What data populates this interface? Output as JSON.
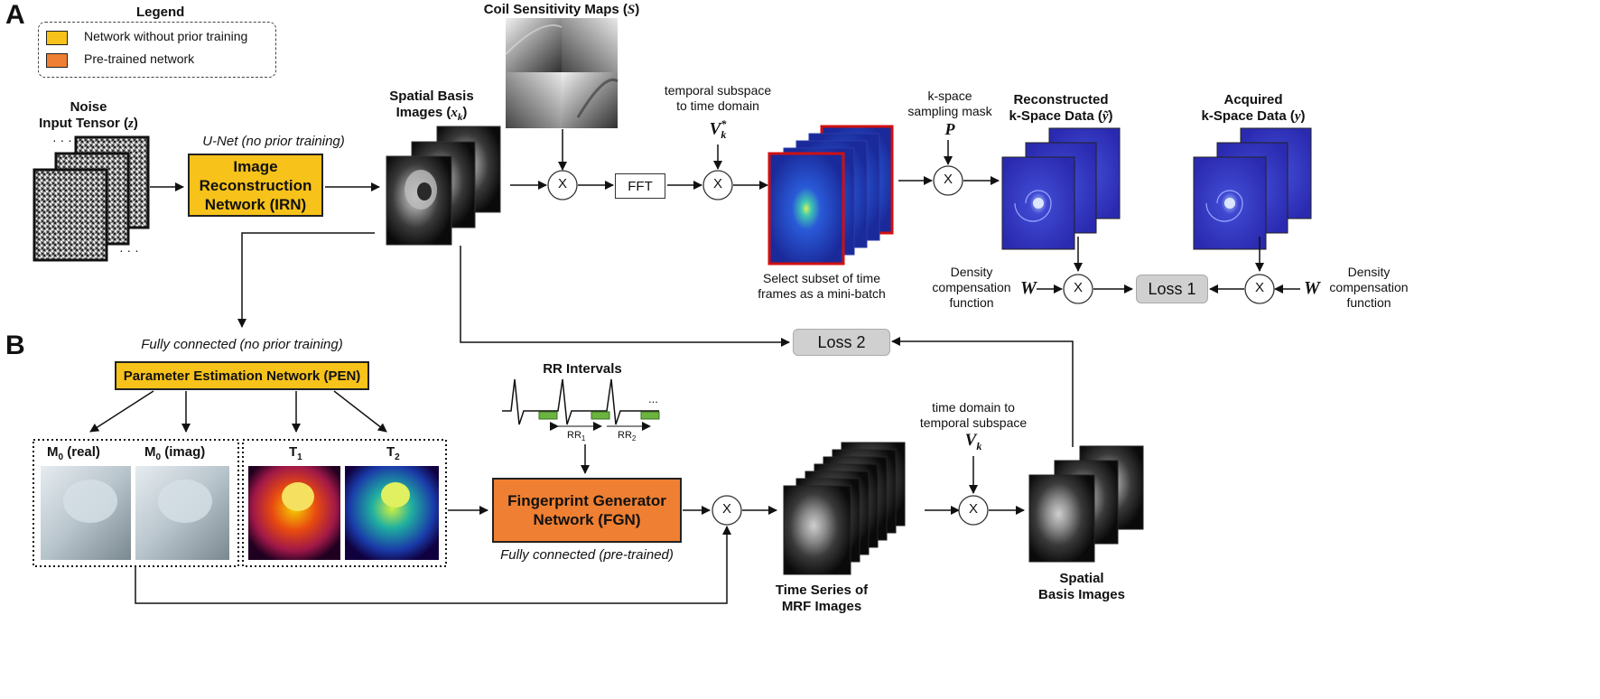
{
  "panels": {
    "a": "A",
    "b": "B"
  },
  "legend": {
    "title": "Legend",
    "items": [
      {
        "label": "Network without prior training",
        "color": "#f7c21a"
      },
      {
        "label": "Pre-trained network",
        "color": "#ef7f32"
      }
    ]
  },
  "noise": {
    "line1": "Noise",
    "line2": "Input Tensor (",
    "var": "z",
    "close": ")"
  },
  "unet_caption": "U-Net (no prior training)",
  "irn": {
    "line1": "Image Reconstruction",
    "line2": "Network (IRN)"
  },
  "spatial_top": {
    "line1": "Spatial Basis",
    "line2": "Images (",
    "var": "x",
    "sub": "k",
    "close": ")"
  },
  "coil": {
    "label": "Coil Sensitivity Maps (",
    "var": "S",
    "close": ")"
  },
  "fft": "FFT",
  "mult": "X",
  "temporal": {
    "line1": "temporal subspace",
    "line2": "to time domain",
    "var": "V",
    "sub": "k",
    "sup": "*"
  },
  "subset": {
    "line1": "Select subset of time",
    "line2": "frames as a mini-batch"
  },
  "mask": {
    "line1": "k-space",
    "line2": "sampling mask",
    "var": "P"
  },
  "recon": {
    "line1": "Reconstructed",
    "line2": "k-Space Data (",
    "var": "ỹ",
    "close": ")"
  },
  "acquired": {
    "line1": "Acquired",
    "line2": "k-Space Data (",
    "var": "y",
    "close": ")"
  },
  "density_left": {
    "line1": "Density",
    "line2": "compensation",
    "line3": "function",
    "var": "W"
  },
  "density_right": {
    "line1": "Density",
    "line2": "compensation",
    "line3": "function",
    "var": "W"
  },
  "loss1": "Loss 1",
  "loss2": "Loss 2",
  "fc_caption": "Fully connected (no prior training)",
  "pen": "Parameter Estimation Network (PEN)",
  "maps": {
    "m0_real": {
      "main": "M",
      "sub": "0",
      "rest": " (real)"
    },
    "m0_imag": {
      "main": "M",
      "sub": "0",
      "rest": " (imag)"
    },
    "t1": {
      "main": "T",
      "sub": "1"
    },
    "t2": {
      "main": "T",
      "sub": "2"
    }
  },
  "rr": {
    "title": "RR Intervals",
    "rr1": "RR",
    "rr1_sub": "1",
    "rr2": "RR",
    "rr2_sub": "2",
    "dots": "..."
  },
  "fgn": {
    "line1": "Fingerprint Generator",
    "line2": "Network (FGN)"
  },
  "fgn_caption": "Fully connected (pre-trained)",
  "timeseries": {
    "line1": "Time Series of",
    "line2": "MRF Images"
  },
  "time_to_sub": {
    "line1": "time domain to",
    "line2": "temporal subspace",
    "var": "V",
    "sub": "k"
  },
  "spatial_bottom": {
    "line1": "Spatial",
    "line2": "Basis Images"
  }
}
